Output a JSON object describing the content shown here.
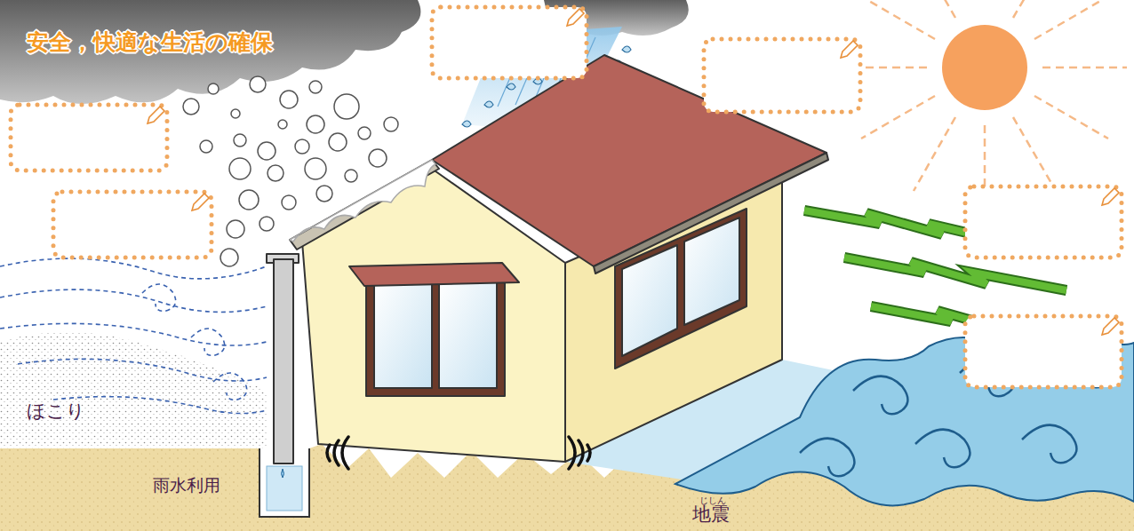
{
  "diagram": {
    "title": "安全，快適な生活の確保",
    "labels": [
      "ほこり",
      "雨水利用",
      "じしん",
      "地震"
    ]
  }
}
